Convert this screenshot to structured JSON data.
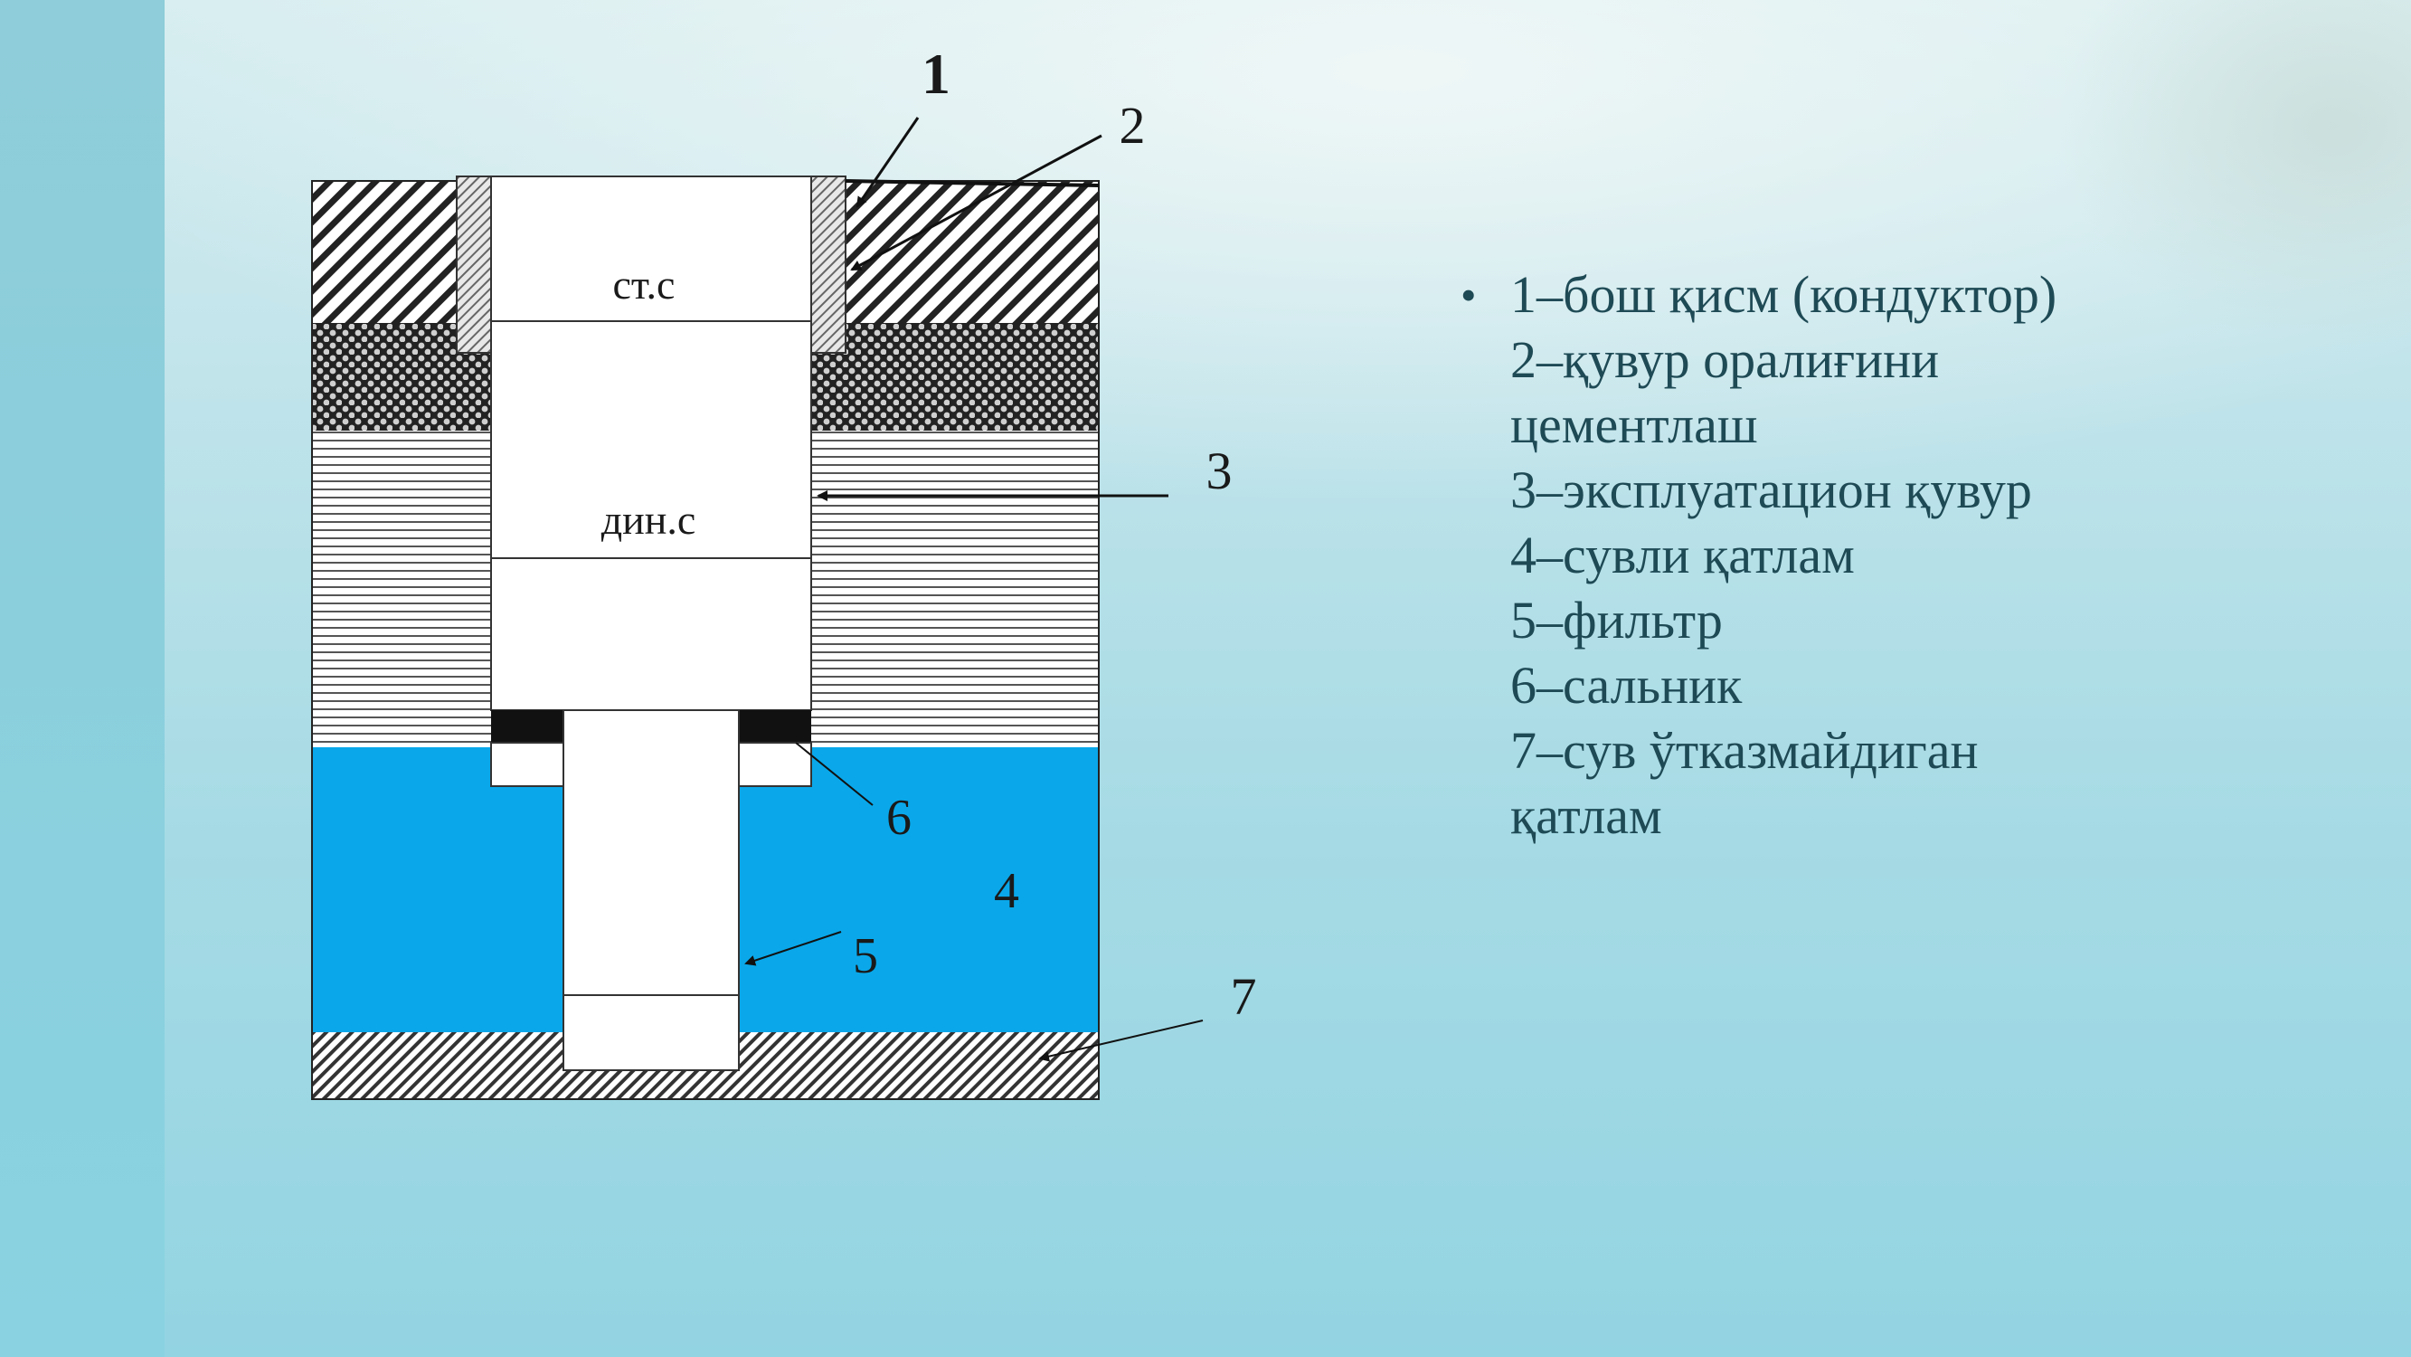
{
  "theme": {
    "water_color": "#0aa8ea",
    "legend_text_color": "#1e4a55"
  },
  "diagram": {
    "label_static": "ст.с",
    "label_dynamic": "дин.с",
    "marker_1": "1",
    "marker_2": "2",
    "marker_3": "3",
    "marker_4": "4",
    "marker_5": "5",
    "marker_6": "6",
    "marker_7": "7"
  },
  "legend": {
    "bullet": "•",
    "items": [
      "1–бош қисм (кондуктор)",
      "2–қувур оралиғини",
      "цементлаш",
      "3–эксплуатацион қувур",
      "4–сувли қатлам",
      "5–фильтр",
      "6–сальник",
      "7–сув ўтказмайдиган",
      "қатлам"
    ]
  }
}
